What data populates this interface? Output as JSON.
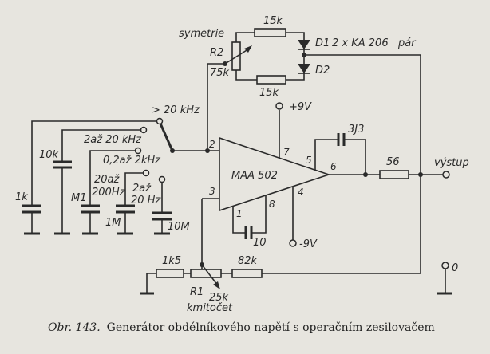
{
  "labels": {
    "r_top": "15k",
    "r_bottom": "15k",
    "symetrie": "symetrie",
    "r2": "R2",
    "r2_value": "75k",
    "d1": "D1",
    "diode_type": "2 x KA 206",
    "par": "pár",
    "d2": "D2",
    "plus9v": "+9V",
    "minus9v": "-9V",
    "c_feedback": "3J3",
    "r_out": "56",
    "vystup": "výstup",
    "opamp": "MAA 502",
    "c_comp": "10",
    "r_1k5": "1k5",
    "r_82k": "82k",
    "r1": "R1",
    "r1_value": "25k",
    "kmitocet": "kmitočet",
    "ground_zero": "0",
    "range1": "> 20 kHz",
    "range2": "2až 20 kHz",
    "range3": "0,2až 2kHz",
    "range4a": "20až",
    "range4b": "200Hz",
    "range5a": "2až",
    "range5b": "20 Hz",
    "c_1k": "1k",
    "c_10k": "10k",
    "c_m1": "M1",
    "c_1m": "1M",
    "c_10m": "10M"
  },
  "pins": {
    "p1": "1",
    "p2": "2",
    "p3": "3",
    "p4": "4",
    "p5": "5",
    "p6": "6",
    "p7": "7",
    "p8": "8"
  },
  "caption": {
    "number": "Obr. 143.",
    "text": "Generátor obdélníkového napětí s operačním zesilovačem"
  }
}
